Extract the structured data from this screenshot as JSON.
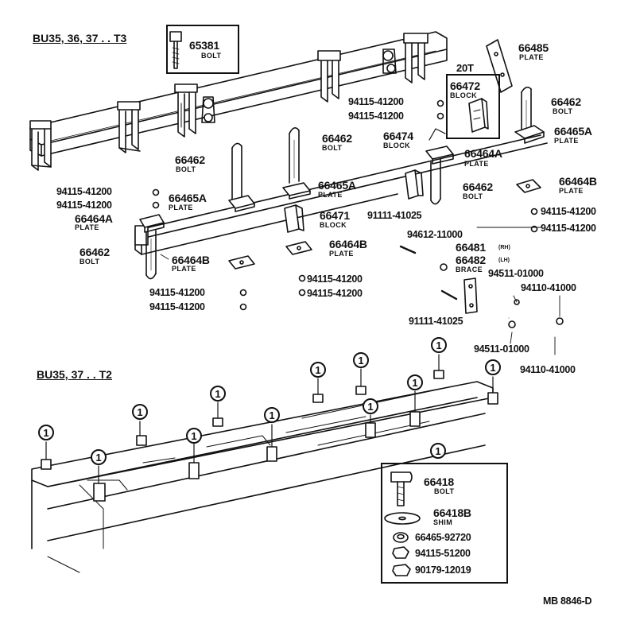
{
  "diagram_code": "MB 8846-D",
  "sections": {
    "t3_header": "BU35, 36, 37 . . T3",
    "t2_header": "BU35, 37 . . T2",
    "t20_label": "20T"
  },
  "callout_marker": "1",
  "parts": {
    "p65381": {
      "number": "65381",
      "desc": "BOLT"
    },
    "p66485": {
      "number": "66485",
      "desc": "PLATE"
    },
    "p66472": {
      "number": "66472",
      "desc": "BLOCK"
    },
    "p66462_r": {
      "number": "66462",
      "desc": "BOLT"
    },
    "p66465A_r": {
      "number": "66465A",
      "desc": "PLATE"
    },
    "p66474": {
      "number": "66474",
      "desc": "BLOCK"
    },
    "p66464A_r": {
      "number": "66464A",
      "desc": "PLATE"
    },
    "p66464B_r": {
      "number": "66464B",
      "desc": "PLATE"
    },
    "p66462_c2": {
      "number": "66462",
      "desc": "BOLT"
    },
    "p66462_c": {
      "number": "66462",
      "desc": "BOLT"
    },
    "p66465A_c": {
      "number": "66465A",
      "desc": "PLATE"
    },
    "p66462_l": {
      "number": "66462",
      "desc": "BOLT"
    },
    "p66465A_l": {
      "number": "66465A",
      "desc": "PLATE"
    },
    "p66464A_l": {
      "number": "66464A",
      "desc": "PLATE"
    },
    "p66462_ll": {
      "number": "66462",
      "desc": "BOLT"
    },
    "p66464B_l": {
      "number": "66464B",
      "desc": "PLATE"
    },
    "p66471": {
      "number": "66471",
      "desc": "BLOCK"
    },
    "p66464B_c": {
      "number": "66464B",
      "desc": "PLATE"
    },
    "p66481": {
      "number": "66481",
      "suffix": "(RH)"
    },
    "p66482": {
      "number": "66482",
      "suffix": "(LH)",
      "desc": "BRACE"
    },
    "p66418": {
      "number": "66418",
      "desc": "BOLT"
    },
    "p66418B": {
      "number": "66418B",
      "desc": "SHIM"
    }
  },
  "numbers": {
    "n94115_a": "94115-41200",
    "n94115_b": "94115-41200",
    "n94115_c": "94115-41200",
    "n94115_d": "94115-41200",
    "n94115_e": "94115-41200",
    "n94115_f": "94115-41200",
    "n94115_g": "94115-41200",
    "n94115_h": "94115-41200",
    "n94115_i": "94115-41200",
    "n94115_j": "94115-41200",
    "n91111_a": "91111-41025",
    "n91111_b": "91111-41025",
    "n94612": "94612-11000",
    "n94511_a": "94511-01000",
    "n94511_b": "94511-01000",
    "n94110_a": "94110-41000",
    "n94110_b": "94110-41000",
    "n66465_92720": "66465-92720",
    "n94115_51200": "94115-51200",
    "n90179": "90179-12019"
  }
}
